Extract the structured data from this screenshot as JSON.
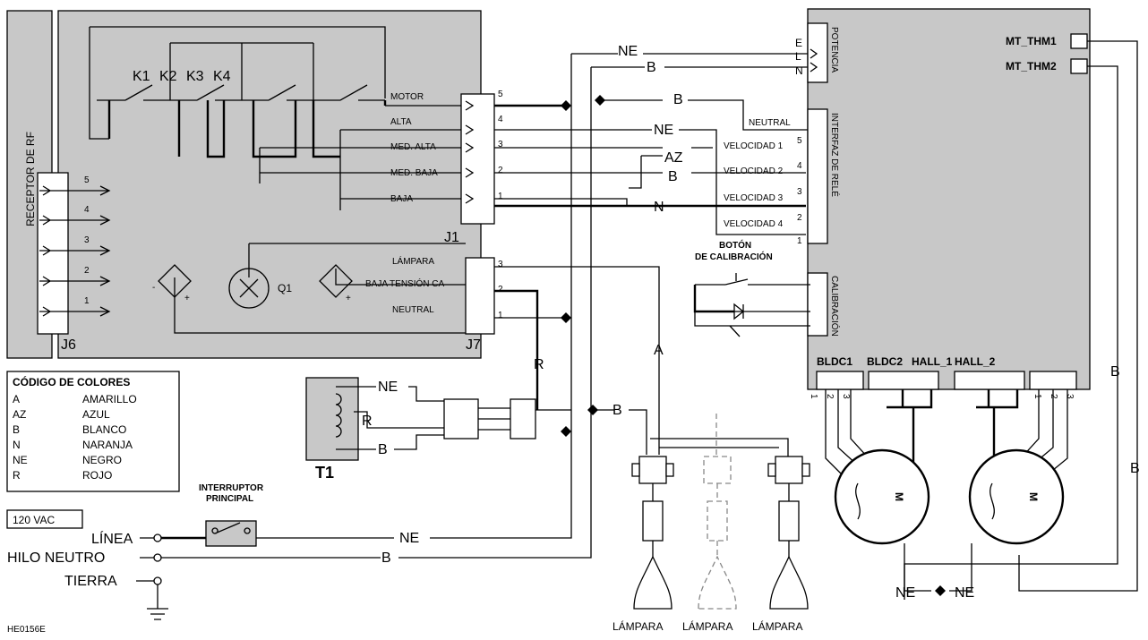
{
  "rf_receiver": "RECEPTOR DE RF",
  "connectors": {
    "j1": "J1",
    "j6": "J6",
    "j7": "J7"
  },
  "relays": [
    "K1",
    "K2",
    "K3",
    "K4"
  ],
  "j1_pins": [
    {
      "label": "MOTOR",
      "pin": "5"
    },
    {
      "label": "ALTA",
      "pin": "4"
    },
    {
      "label": "MED. ALTA",
      "pin": "3"
    },
    {
      "label": "MED. BAJA",
      "pin": "2"
    },
    {
      "label": "BAJA",
      "pin": "1"
    }
  ],
  "j6_pins": [
    "5",
    "4",
    "3",
    "2",
    "1"
  ],
  "j7_pins": [
    {
      "label": "LÁMPARA",
      "pin": "3"
    },
    {
      "label": "BAJA TENSIÓN CA",
      "pin": "2"
    },
    {
      "label": "NEUTRAL",
      "pin": "1"
    }
  ],
  "q1": "Q1",
  "color_code": {
    "title": "CÓDIGO DE COLORES",
    "items": [
      {
        "code": "A",
        "name": "AMARILLO"
      },
      {
        "code": "AZ",
        "name": "AZUL"
      },
      {
        "code": "B",
        "name": "BLANCO"
      },
      {
        "code": "N",
        "name": "NARANJA"
      },
      {
        "code": "NE",
        "name": "NEGRO"
      },
      {
        "code": "R",
        "name": "ROJO"
      }
    ]
  },
  "transformer": "T1",
  "main_switch": [
    "INTERRUPTOR",
    "PRINCIPAL"
  ],
  "supply": {
    "voltage": "120 VAC",
    "line": "LÍNEA",
    "neutral": "HILO NEUTRO",
    "ground": "TIERRA"
  },
  "wire_codes": {
    "ne": "NE",
    "b": "B",
    "az": "AZ",
    "n": "N",
    "a": "A",
    "r": "R"
  },
  "module": {
    "power": "POTENCIA",
    "power_pins": [
      "E",
      "L",
      "N"
    ],
    "relay_interface": "INTERFAZ DE RELÉ",
    "neutral": "NEUTRAL",
    "speeds": [
      {
        "label": "VELOCIDAD 1",
        "pin": "5"
      },
      {
        "label": "VELOCIDAD 2",
        "pin": "4"
      },
      {
        "label": "VELOCIDAD 3",
        "pin": "3"
      },
      {
        "label": "VELOCIDAD 4",
        "pin": "2"
      }
    ],
    "relay_pin1": "1",
    "calibration": "CALIBRACIÓN",
    "mt_thm1": "MT_THM1",
    "mt_thm2": "MT_THM2",
    "bldc1": "BLDC1",
    "bldc2": "BLDC2",
    "hall1": "HALL_1",
    "hall2": "HALL_2",
    "bldc_pins": [
      "1",
      "2",
      "3"
    ]
  },
  "calibration_button": [
    "BOTÓN",
    "DE CALIBRACIÓN"
  ],
  "motor_symbol": "M",
  "lamps": [
    "LÁMPARA",
    "LÁMPARA",
    "LÁMPARA"
  ],
  "figure_id": "HE0156E"
}
